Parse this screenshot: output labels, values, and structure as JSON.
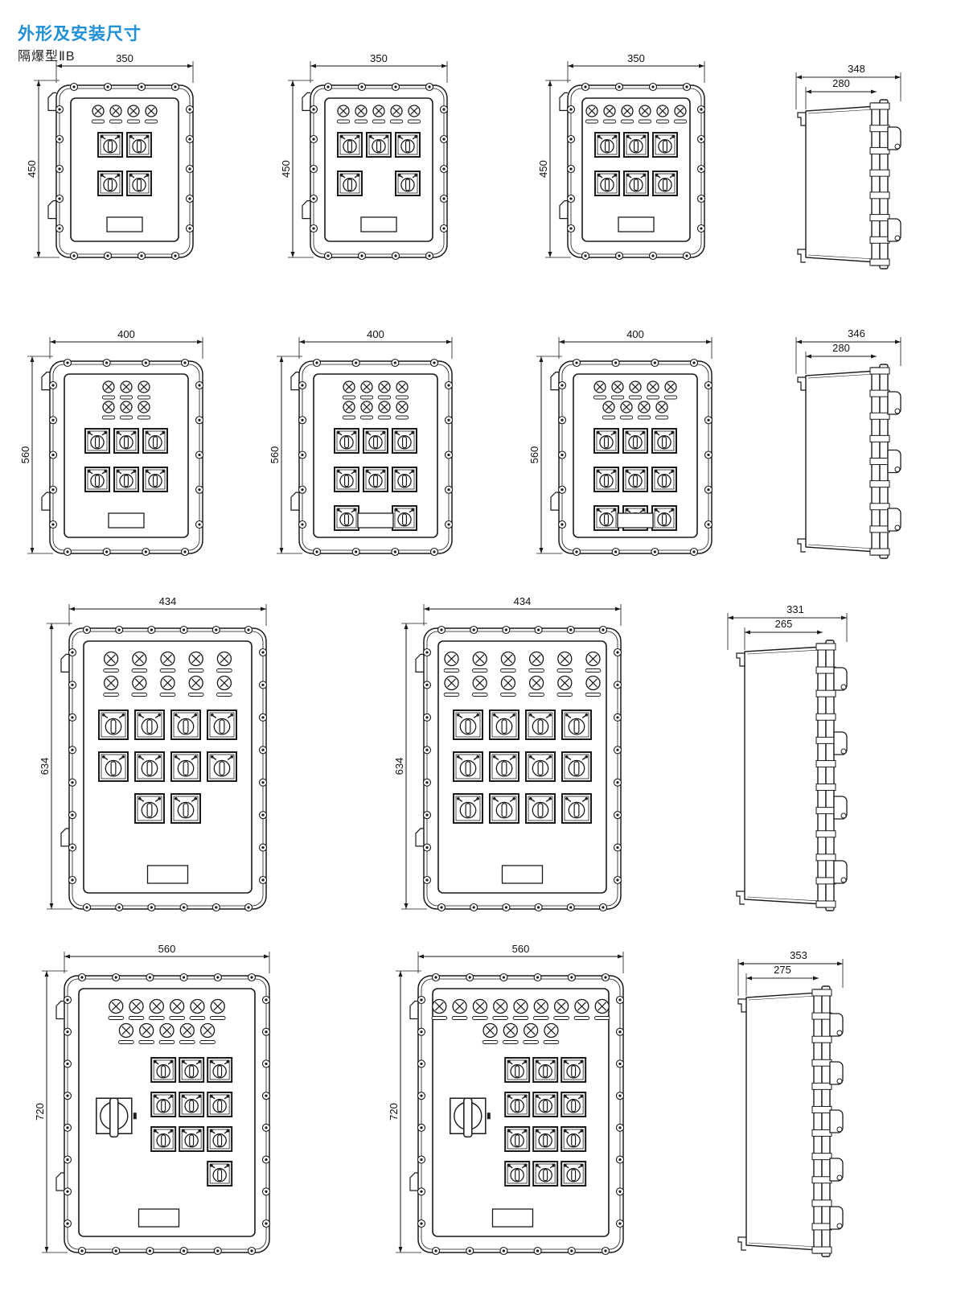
{
  "header": {
    "title": "外形及安装尺寸",
    "subtitle": "隔爆型ⅡB"
  },
  "colors": {
    "title": "#1f8fd6",
    "line": "#1a1a1a"
  },
  "rows": [
    {
      "panels": [
        {
          "width_label": "350",
          "height_label": "450",
          "indicator_rows": [
            4
          ],
          "switch_rows": [
            2,
            2
          ],
          "main_switch": false
        },
        {
          "width_label": "350",
          "height_label": "450",
          "indicator_rows": [
            5
          ],
          "switch_rows": [
            3,
            2
          ],
          "main_switch": false
        },
        {
          "width_label": "350",
          "height_label": "450",
          "indicator_rows": [
            6
          ],
          "switch_rows": [
            3,
            3
          ],
          "main_switch": false
        }
      ],
      "side": {
        "overall_label": "348",
        "body_label": "280"
      }
    },
    {
      "panels": [
        {
          "width_label": "400",
          "height_label": "560",
          "indicator_rows": [
            3,
            3
          ],
          "switch_rows": [
            3,
            3
          ],
          "main_switch": false
        },
        {
          "width_label": "400",
          "height_label": "560",
          "indicator_rows": [
            4,
            4
          ],
          "switch_rows": [
            3,
            3,
            2
          ],
          "main_switch": false
        },
        {
          "width_label": "400",
          "height_label": "560",
          "indicator_rows": [
            5,
            4
          ],
          "switch_rows": [
            3,
            3,
            3
          ],
          "main_switch": false
        }
      ],
      "side": {
        "overall_label": "346",
        "body_label": "280"
      }
    },
    {
      "panels": [
        {
          "width_label": "434",
          "height_label": "634",
          "indicator_rows": [
            5,
            5
          ],
          "switch_rows": [
            4,
            4,
            2
          ],
          "main_switch": false
        },
        {
          "width_label": "434",
          "height_label": "634",
          "indicator_rows": [
            6,
            6
          ],
          "switch_rows": [
            4,
            4,
            4
          ],
          "main_switch": false
        }
      ],
      "side": {
        "overall_label": "331",
        "body_label": "265"
      }
    },
    {
      "panels": [
        {
          "width_label": "560",
          "height_label": "720",
          "indicator_rows": [
            6,
            5
          ],
          "switch_rows": [
            3,
            3,
            3,
            1
          ],
          "main_switch": true
        },
        {
          "width_label": "560",
          "height_label": "720",
          "indicator_rows": [
            9,
            4
          ],
          "switch_rows": [
            3,
            3,
            3,
            3
          ],
          "main_switch": true
        }
      ],
      "side": {
        "overall_label": "353",
        "body_label": "275"
      }
    }
  ]
}
